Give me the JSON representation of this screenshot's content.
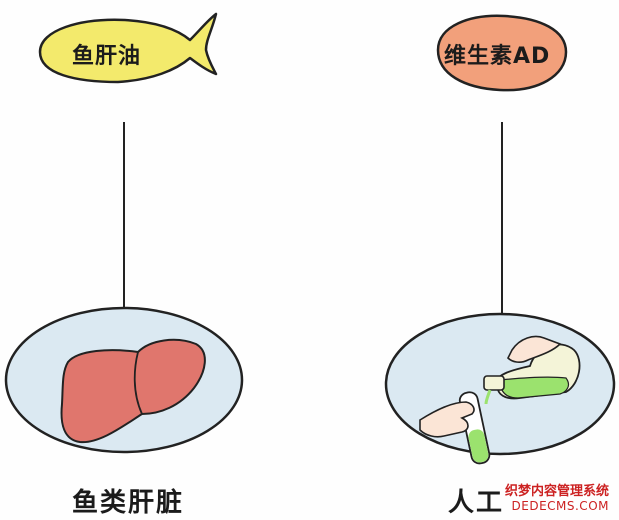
{
  "left": {
    "top_label": "鱼肝油",
    "bottom_label": "鱼类肝脏",
    "top_shape": "fish-shape",
    "top_color": "#f3ea6c",
    "illustration_icon": "liver-icon"
  },
  "right": {
    "top_label": "维生素AD",
    "bottom_label": "人工",
    "top_shape": "capsule-shape",
    "top_color": "#f2a07b",
    "illustration_icon": "pouring-test-tube-icon"
  },
  "watermark": {
    "line1": "织梦内容管理系统",
    "line2": "DEDECMS.COM"
  },
  "colors": {
    "ellipse_fill": "#dbe9f2",
    "liver_fill": "#e0766d",
    "liquid_green": "#9be26e",
    "line": "#222222"
  }
}
